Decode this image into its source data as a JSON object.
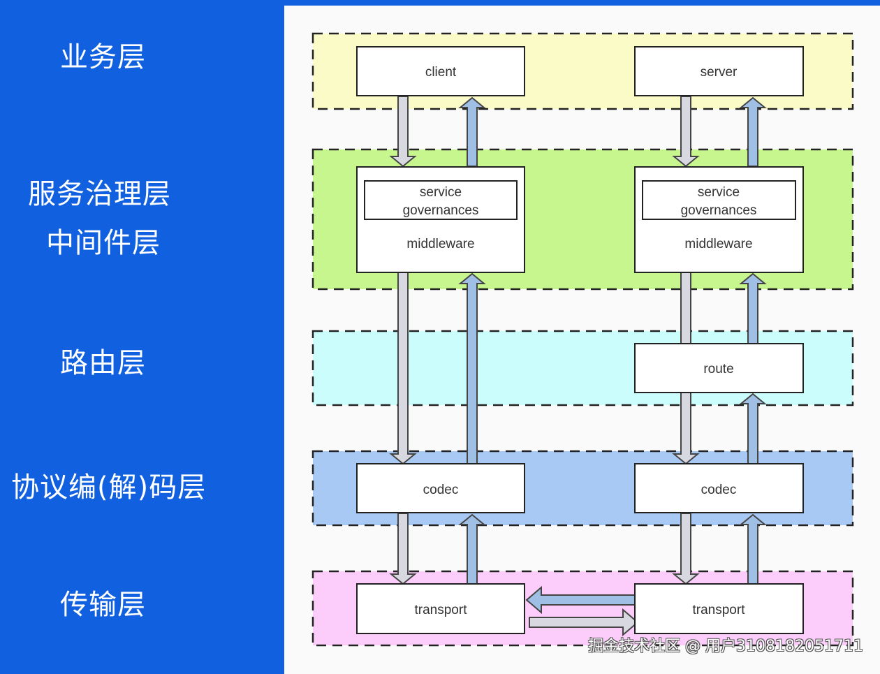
{
  "sidebar": {
    "layers": [
      {
        "label": "业务层"
      },
      {
        "label": "服务治理层"
      },
      {
        "label": "中间件层"
      },
      {
        "label": "路由层"
      },
      {
        "label": "协议编(解)码层"
      },
      {
        "label": "传输层"
      }
    ]
  },
  "diagram": {
    "client": "client",
    "server": "server",
    "left_sg_line1": "service",
    "left_sg_line2": "governances",
    "left_middleware": "middleware",
    "right_sg_line1": "service",
    "right_sg_line2": "governances",
    "right_middleware": "middleware",
    "route": "route",
    "left_codec": "codec",
    "right_codec": "codec",
    "left_transport": "transport",
    "right_transport": "transport"
  },
  "colors": {
    "sidebar_bg": "#1160e0",
    "business_layer": "#fbfbc8",
    "governance_layer": "#c8f68e",
    "route_layer": "#ccfdfd",
    "codec_layer": "#a9c9f5",
    "transport_layer": "#fccdfa",
    "down_arrow": "#d8d8e0",
    "up_arrow": "#9fbfe4"
  },
  "watermark": "掘金技术社区 @ 用户3108182051711"
}
